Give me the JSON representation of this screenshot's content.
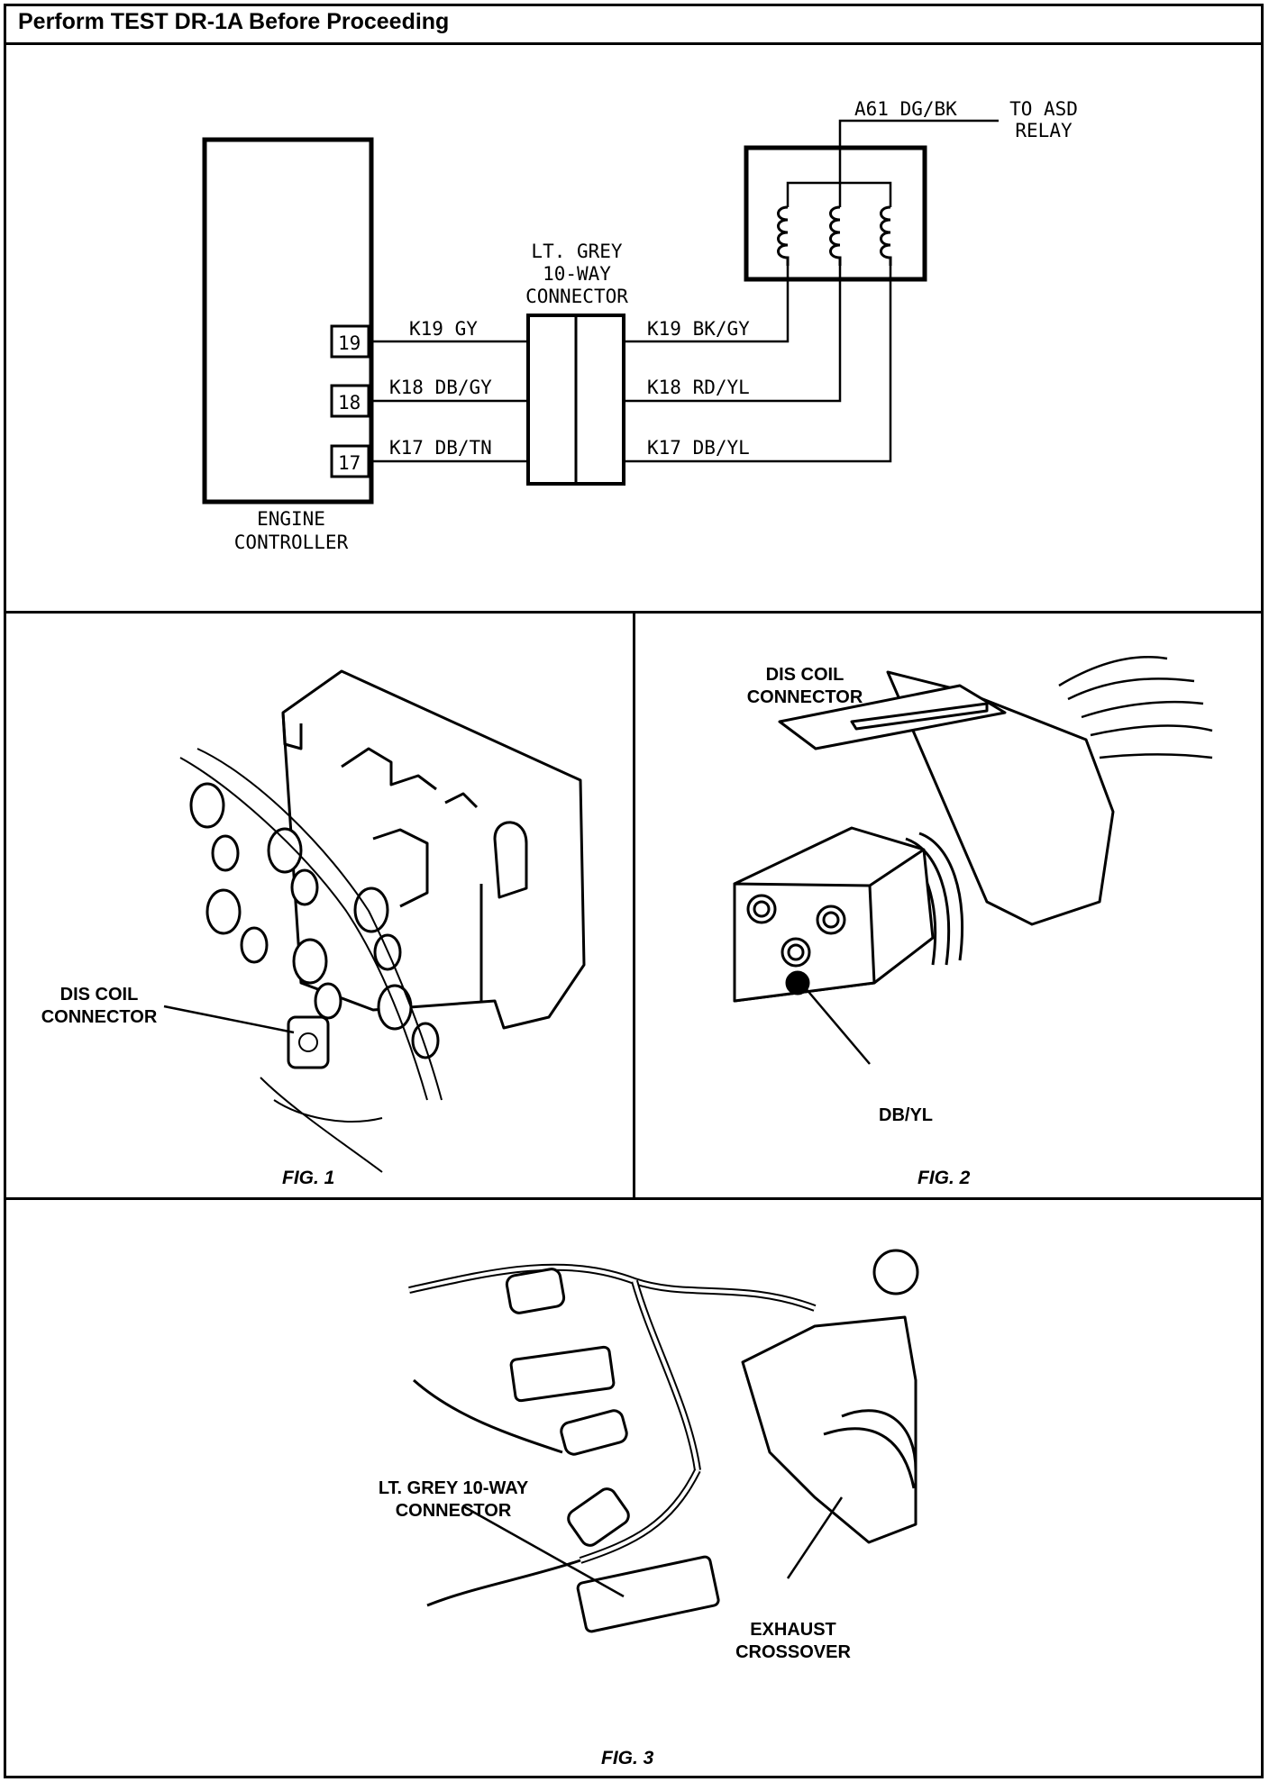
{
  "header": {
    "title": "Perform TEST DR-1A Before Proceeding"
  },
  "schematic": {
    "engine_controller": [
      "ENGINE",
      "CONTROLLER"
    ],
    "pins": [
      "19",
      "18",
      "17"
    ],
    "connector_label": [
      "LT. GREY",
      "10-WAY",
      "CONNECTOR"
    ],
    "left_wires": [
      "K19 GY",
      "K18 DB/GY",
      "K17 DB/TN"
    ],
    "right_wires": [
      "K19 BK/GY",
      "K18 RD/YL",
      "K17 DB/YL"
    ],
    "feed_wire": "A61 DG/BK",
    "to_label": [
      "TO ASD",
      "RELAY"
    ]
  },
  "fig1": {
    "callout": [
      "DIS COIL",
      "CONNECTOR"
    ],
    "caption": "FIG. 1"
  },
  "fig2": {
    "title": [
      "DIS COIL",
      "CONNECTOR"
    ],
    "callout": "DB/YL",
    "caption": "FIG. 2"
  },
  "fig3": {
    "callout_connector": [
      "LT. GREY 10-WAY",
      "CONNECTOR"
    ],
    "callout_exhaust": [
      "EXHAUST",
      "CROSSOVER"
    ],
    "caption": "FIG. 3"
  }
}
